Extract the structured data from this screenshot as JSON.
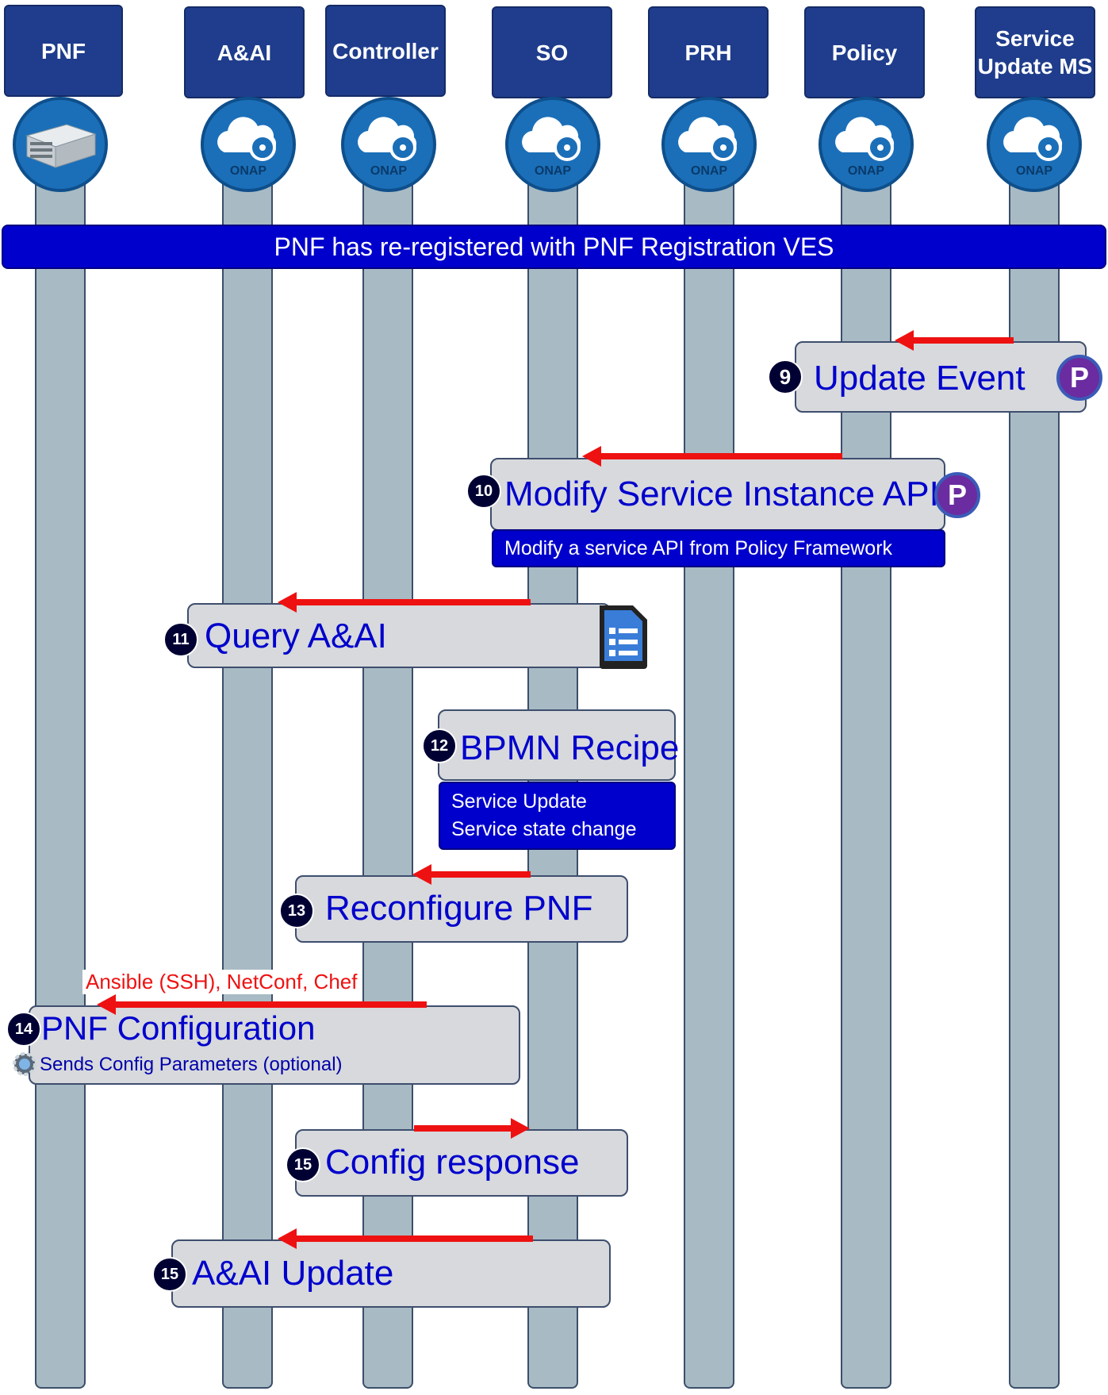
{
  "lanes": [
    {
      "label": "PNF",
      "icon": "server-hardware-icon"
    },
    {
      "label": "A&AI",
      "icon": "onap-cloud-icon"
    },
    {
      "label": "Controller",
      "icon": "onap-cloud-icon"
    },
    {
      "label": "SO",
      "icon": "onap-cloud-icon"
    },
    {
      "label": "PRH",
      "icon": "onap-cloud-icon"
    },
    {
      "label": "Policy",
      "icon": "onap-cloud-icon"
    },
    {
      "label": "Service\nUpdate MS",
      "icon": "onap-cloud-icon"
    }
  ],
  "onap_logo_text": "ONAP",
  "banner": "PNF has re-registered with PNF Registration VES",
  "steps": {
    "s9": {
      "num": "9",
      "title": "Update Event",
      "badge": "P"
    },
    "s10": {
      "num": "10",
      "title": "Modify Service Instance API",
      "badge": "P",
      "note": "Modify a service API from Policy Framework"
    },
    "s11": {
      "num": "11",
      "title": "Query A&AI"
    },
    "s12": {
      "num": "12",
      "title": "BPMN Recipe",
      "note_line1": "Service Update",
      "note_line2": "Service state change"
    },
    "s13": {
      "num": "13",
      "title": "Reconfigure PNF"
    },
    "s14": {
      "num": "14",
      "title": "PNF Configuration",
      "protocols": "Ansible (SSH), NetConf, Chef",
      "subtitle": "Sends Config Parameters (optional)"
    },
    "s15a": {
      "num": "15",
      "title": "Config response"
    },
    "s15b": {
      "num": "15",
      "title": "A&AI Update"
    }
  },
  "colors": {
    "header": "#1f3d8c",
    "lane": "#a8bac4",
    "banner": "#0000cc",
    "arrow": "#ee1111",
    "step_text": "#0000cc",
    "step_box": "#d7d9dc",
    "policy_badge": "#6a2ca0"
  }
}
